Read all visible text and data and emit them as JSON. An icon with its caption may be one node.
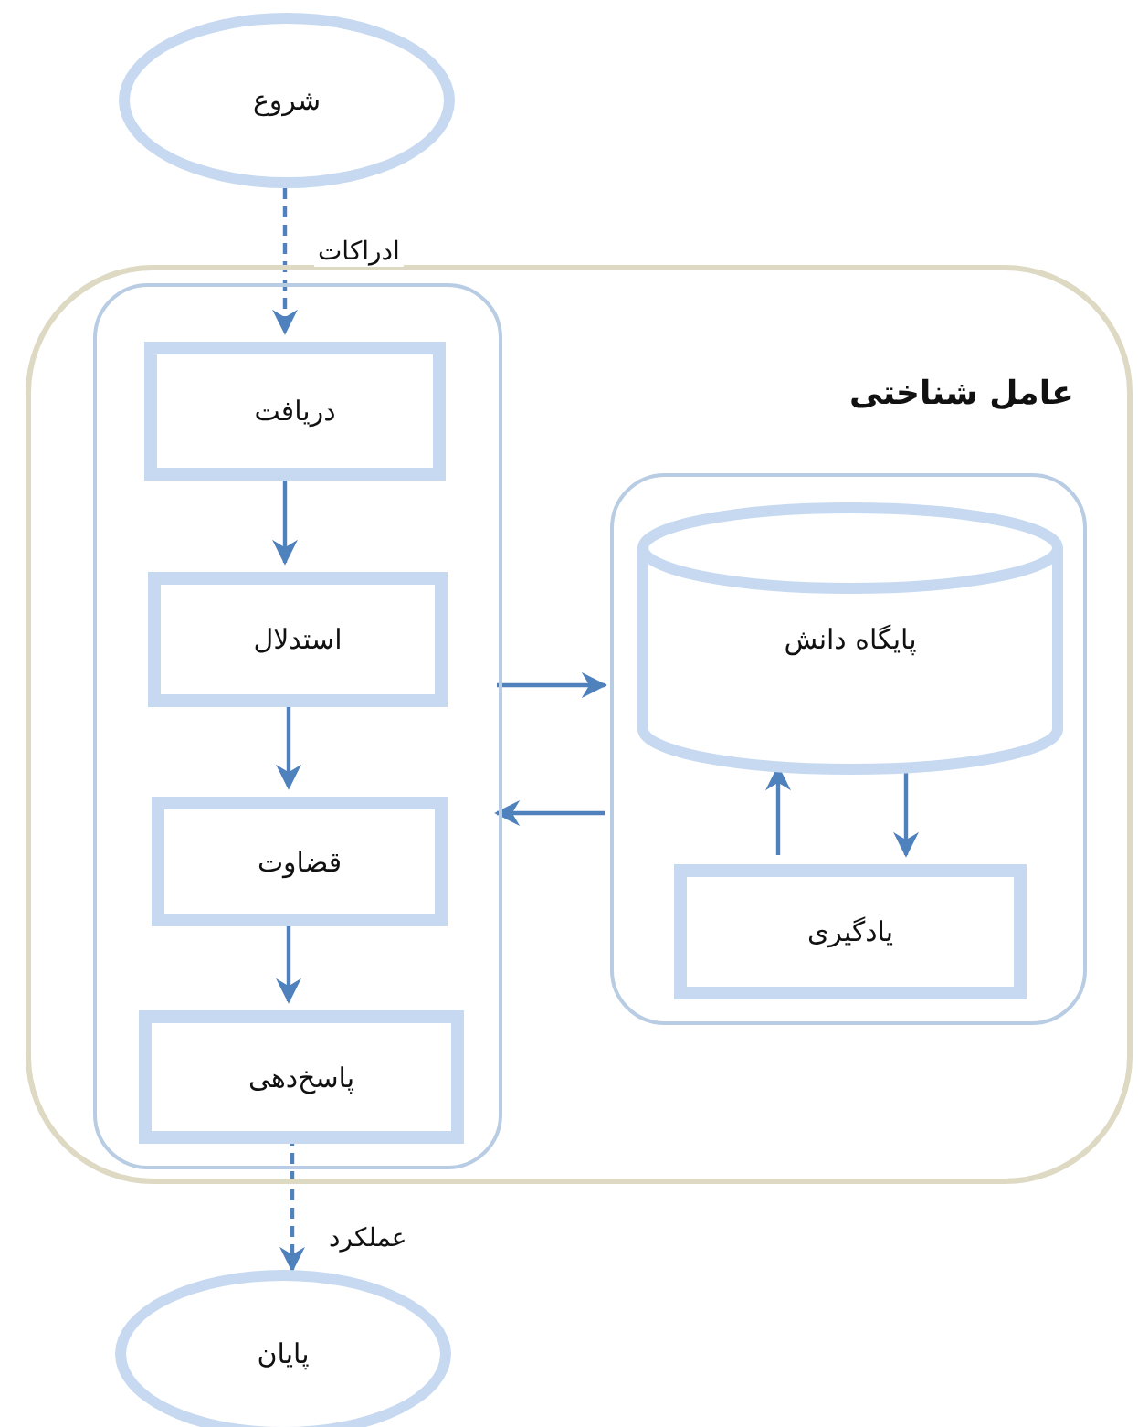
{
  "diagram": {
    "nodes": [
      {
        "text": [
          "شروع"
        ]
      },
      {
        "text": [
          "عامل شناختی"
        ]
      },
      {
        "text": [],
        "shape": "box",
        "in": 1
      },
      {
        "text": [
          "دریافت"
        ],
        "in": 2
      },
      {
        "text": [
          "استدلال"
        ],
        "in": 2
      },
      {
        "text": [
          "قضاوت"
        ],
        "in": 2
      },
      {
        "text": [
          "پاسخ‌دهی"
        ],
        "in": 2
      },
      {
        "text": [],
        "shape": "box",
        "in": 1
      },
      {
        "text": [
          "پایگاه دانش"
        ],
        "in": 7
      },
      {
        "text": [
          "یادگیری"
        ],
        "in": 7
      },
      {
        "text": [
          "پایان"
        ]
      }
    ],
    "edges": [
      {
        "from": 0,
        "to": 3,
        "arrow": "to",
        "style": "dashed",
        "label": "ادراکات"
      },
      {
        "from": 3,
        "to": 4,
        "arrow": "to"
      },
      {
        "from": 4,
        "to": 5,
        "arrow": "to"
      },
      {
        "from": 5,
        "to": 6,
        "arrow": "to"
      },
      {
        "from": 6,
        "to": 10,
        "arrow": "to",
        "style": "dashed",
        "label": "عملکرد"
      },
      {
        "from": 2,
        "to": 7,
        "arrow": "to"
      },
      {
        "from": 7,
        "to": 2,
        "arrow": "to"
      },
      {
        "from": 9,
        "to": 8,
        "arrow": "to"
      },
      {
        "from": 8,
        "to": 9,
        "arrow": "to"
      }
    ]
  }
}
